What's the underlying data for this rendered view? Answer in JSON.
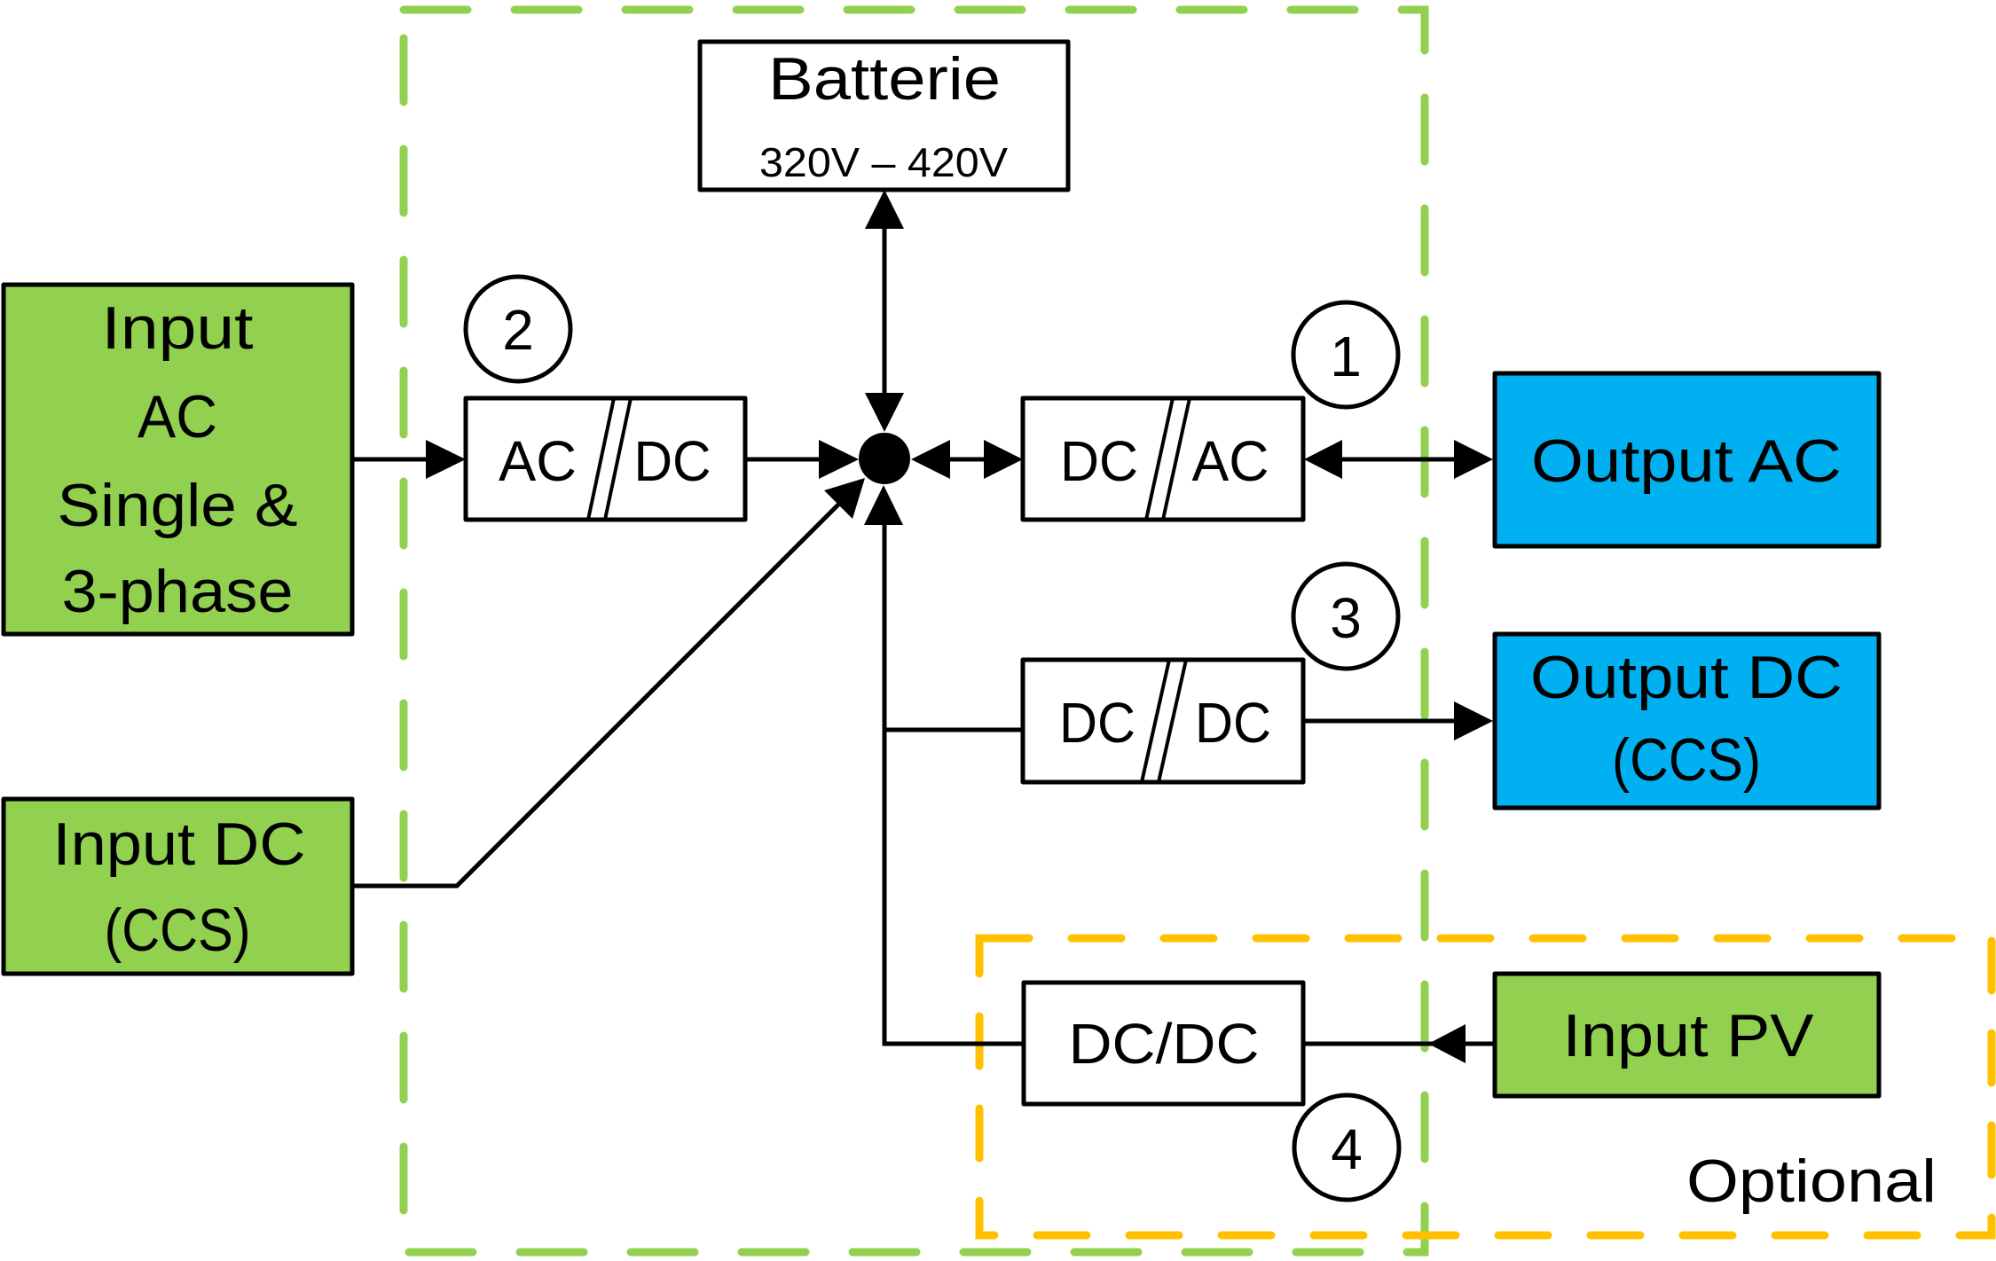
{
  "colors": {
    "input_fill": "#92D050",
    "output_fill": "#00B0F0",
    "system_border": "#92D050",
    "optional_border": "#FFC000",
    "converter_fill": "#FFFFFF",
    "line": "#000000"
  },
  "battery": {
    "title": "Batterie",
    "voltage": "320V – 420V"
  },
  "inputs": {
    "ac": [
      "Input",
      "AC",
      "Single &",
      "3-phase"
    ],
    "dc": [
      "Input DC",
      "(CCS)"
    ],
    "pv": "Input PV"
  },
  "outputs": {
    "ac": "Output AC",
    "dc": [
      "Output DC",
      "(CCS)"
    ]
  },
  "converters": {
    "acdc": {
      "left": "AC",
      "right": "DC",
      "badge": "2"
    },
    "dcac": {
      "left": "DC",
      "right": "AC",
      "badge": "1"
    },
    "dcdc_out": {
      "left": "DC",
      "right": "DC",
      "badge": "3"
    },
    "dcdc_pv": {
      "label": "DC/DC",
      "badge": "4"
    }
  },
  "optional_label": "Optional"
}
